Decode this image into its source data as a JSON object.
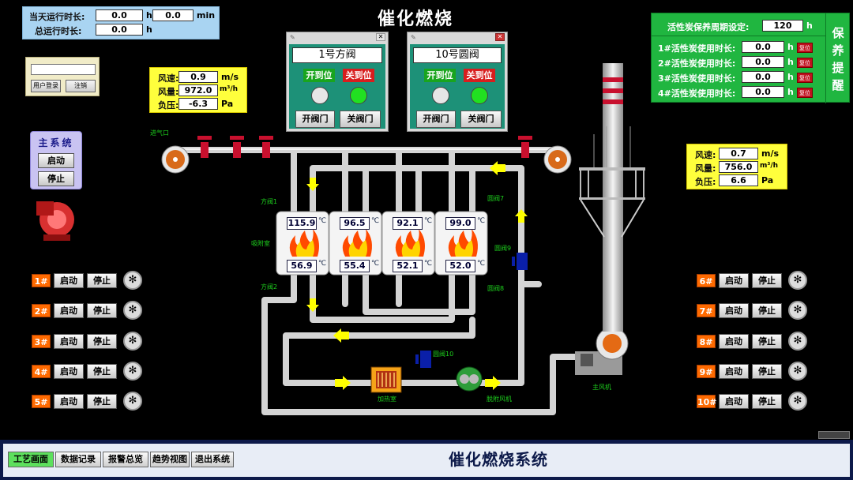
{
  "title": "催化燃烧",
  "runtime": {
    "today_label": "当天运行时长:",
    "today_h": "0.0",
    "unit_h": "h",
    "today_min": "0.0",
    "unit_min": "min",
    "total_label": "总运行时长:",
    "total_h": "0.0"
  },
  "login": {
    "user_login": "用户登录",
    "logout": "注销"
  },
  "intake_sensor": {
    "speed_label": "风速:",
    "speed": "0.9",
    "speed_unit": "m/s",
    "flow_label": "风量:",
    "flow": "972.0",
    "flow_unit": "m³/h",
    "pressure_label": "负压:",
    "pressure": "-6.3",
    "pressure_unit": "Pa"
  },
  "outlet_sensor": {
    "speed_label": "风速:",
    "speed": "0.7",
    "speed_unit": "m/s",
    "flow_label": "风量:",
    "flow": "756.0",
    "flow_unit": "m³/h",
    "pressure_label": "负压:",
    "pressure": "6.6",
    "pressure_unit": "Pa"
  },
  "valve1": {
    "title": "1号方阀",
    "open_pos": "开到位",
    "close_pos": "关到位",
    "open_btn": "开阀门",
    "close_btn": "关阀门"
  },
  "valve10": {
    "title": "10号圆阀",
    "open_pos": "开到位",
    "close_pos": "关到位",
    "open_btn": "开阀门",
    "close_btn": "关阀门"
  },
  "main_system": {
    "title": "主系统",
    "start": "启动",
    "stop": "停止"
  },
  "maintenance": {
    "period_label": "活性炭保养周期设定:",
    "period": "120",
    "unit": "h",
    "side_title": "保养提醒",
    "rows": [
      {
        "label": "1#活性炭使用时长:",
        "value": "0.0",
        "reset": "复位"
      },
      {
        "label": "2#活性炭使用时长:",
        "value": "0.0",
        "reset": "复位"
      },
      {
        "label": "3#活性炭使用时长:",
        "value": "0.0",
        "reset": "复位"
      },
      {
        "label": "4#活性炭使用时长:",
        "value": "0.0",
        "reset": "复位"
      }
    ]
  },
  "fans_left": [
    {
      "num": "1#",
      "start": "启动",
      "stop": "停止"
    },
    {
      "num": "2#",
      "start": "启动",
      "stop": "停止"
    },
    {
      "num": "3#",
      "start": "启动",
      "stop": "停止"
    },
    {
      "num": "4#",
      "start": "启动",
      "stop": "停止"
    },
    {
      "num": "5#",
      "start": "启动",
      "stop": "停止"
    }
  ],
  "fans_right": [
    {
      "num": "6#",
      "start": "启动",
      "stop": "停止"
    },
    {
      "num": "7#",
      "start": "启动",
      "stop": "停止"
    },
    {
      "num": "8#",
      "start": "启动",
      "stop": "停止"
    },
    {
      "num": "9#",
      "start": "启动",
      "stop": "停止"
    },
    {
      "num": "10#",
      "start": "启动",
      "stop": "停止"
    }
  ],
  "chambers": [
    {
      "top": "115.9",
      "bottom": "56.9"
    },
    {
      "top": "96.5",
      "bottom": "55.4"
    },
    {
      "top": "92.1",
      "bottom": "52.1"
    },
    {
      "top": "99.0",
      "bottom": "52.0"
    }
  ],
  "temp_unit": "℃",
  "labels": {
    "inlet": "进气口",
    "square_valve1": "方阀1",
    "square_valve2": "方阀2",
    "adsorption": "吸附室",
    "round_valve7": "圆阀7",
    "round_valve9": "圆阀9",
    "round_valve8": "圆阀8",
    "round_valve10": "圆阀10",
    "heater": "加热室",
    "desorb_fan": "脱附风机",
    "main_fan": "主风机"
  },
  "bottom": {
    "tabs": [
      "工艺画面",
      "数据记录",
      "报警总览",
      "趋势视图",
      "退出系统"
    ],
    "system_title": "催化燃烧系统"
  },
  "colors": {
    "accent_green": "#20b640",
    "panel_yellow": "#ffff3c",
    "panel_blue": "#a9d4f2",
    "pipe": "#d8d8d8",
    "fan_orange": "#ff6a00"
  }
}
